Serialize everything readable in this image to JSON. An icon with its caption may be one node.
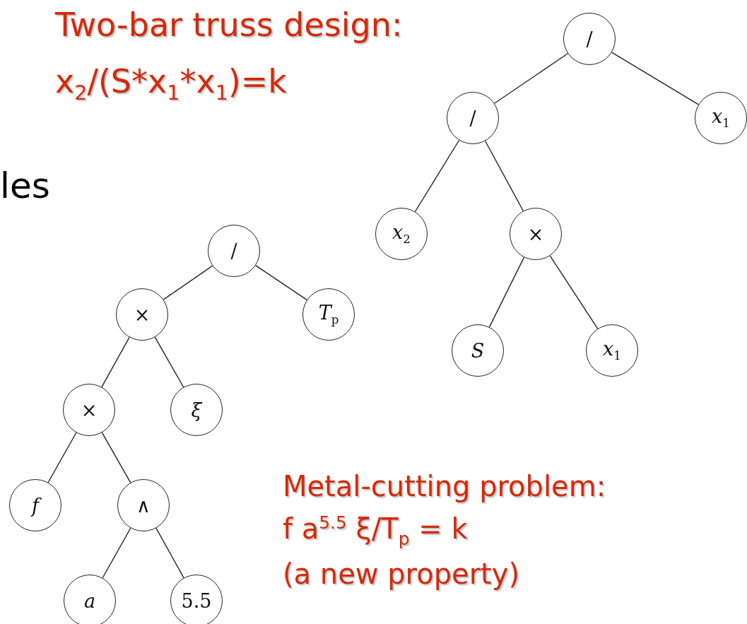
{
  "diagram": {
    "nodes": [
      {
        "text": [
          "/"
        ]
      },
      {
        "text": [
          "/"
        ]
      },
      {
        "text": [
          "*x*$_{1}$"
        ]
      },
      {
        "text": [
          "*x*$_{2}$"
        ]
      },
      {
        "text": [
          "×"
        ]
      },
      {
        "text": [
          "*S*"
        ]
      },
      {
        "text": [
          "*x*$_{1}$"
        ]
      },
      {
        "text": [
          "/"
        ]
      },
      {
        "text": [
          "×"
        ]
      },
      {
        "text": [
          "*T*$_{p}$"
        ]
      },
      {
        "text": [
          "×"
        ]
      },
      {
        "text": [
          "*ξ*"
        ]
      },
      {
        "text": [
          "*f*"
        ]
      },
      {
        "text": [
          "∧"
        ]
      },
      {
        "text": [
          "*a*"
        ]
      },
      {
        "text": [
          "5.5"
        ]
      }
    ],
    "edges": [
      {
        "from": 0,
        "to": 1,
        "arrow": "none"
      },
      {
        "from": 0,
        "to": 2,
        "arrow": "none"
      },
      {
        "from": 1,
        "to": 3,
        "arrow": "none"
      },
      {
        "from": 1,
        "to": 4,
        "arrow": "none"
      },
      {
        "from": 4,
        "to": 5,
        "arrow": "none"
      },
      {
        "from": 4,
        "to": 6,
        "arrow": "none"
      },
      {
        "from": 7,
        "to": 8,
        "arrow": "none"
      },
      {
        "from": 7,
        "to": 9,
        "arrow": "none"
      },
      {
        "from": 8,
        "to": 10,
        "arrow": "none"
      },
      {
        "from": 8,
        "to": 11,
        "arrow": "none"
      },
      {
        "from": 10,
        "to": 12,
        "arrow": "none"
      },
      {
        "from": 10,
        "to": 13,
        "arrow": "none"
      },
      {
        "from": 13,
        "to": 14,
        "arrow": "none"
      },
      {
        "from": 13,
        "to": 15,
        "arrow": "none"
      }
    ],
    "labels": [
      "Two-bar truss design:",
      "x$_{2}$/(S*x$_{1}$*x$_{1}$)=k",
      "les",
      "Metal-cutting problem:",
      "f a$^{5.5}$ ξ/T$_{p}$ = k",
      "(a new property)"
    ]
  }
}
